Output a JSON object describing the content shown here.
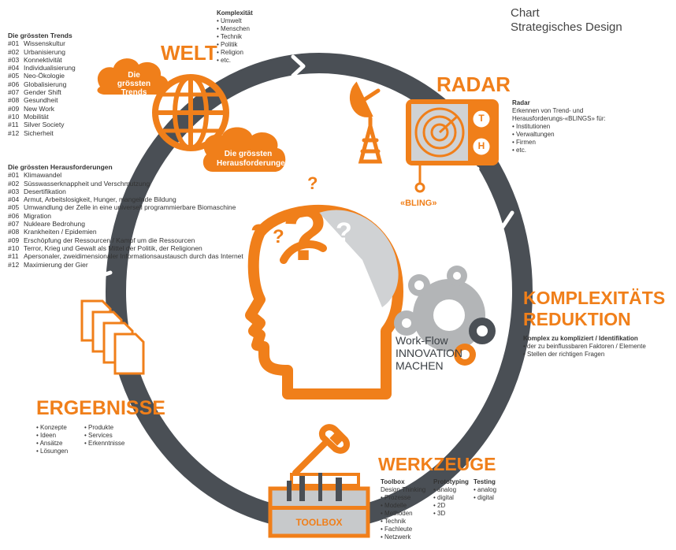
{
  "header": {
    "line1": "Chart",
    "line2": "Strategisches Design"
  },
  "colors": {
    "orange": "#f07f1a",
    "ring": "#4a4f55",
    "gear": "#b3b5b7",
    "text": "#333333"
  },
  "complexity": {
    "title": "Komplexität",
    "items": [
      "Umwelt",
      "Menschen",
      "Technik",
      "Politik",
      "Religion",
      "etc."
    ]
  },
  "trends": {
    "title": "Die grössten Trends",
    "items": [
      {
        "num": "#01",
        "label": "Wissenskultur"
      },
      {
        "num": "#02",
        "label": "Urbanisierung"
      },
      {
        "num": "#03",
        "label": "Konnektivität"
      },
      {
        "num": "#04",
        "label": "Individualisierung"
      },
      {
        "num": "#05",
        "label": "Neo-Ökologie"
      },
      {
        "num": "#06",
        "label": "Globalisierung"
      },
      {
        "num": "#07",
        "label": "Gender Shift"
      },
      {
        "num": "#08",
        "label": "Gesundheit"
      },
      {
        "num": "#09",
        "label": "New Work"
      },
      {
        "num": "#10",
        "label": "Mobilität"
      },
      {
        "num": "#11",
        "label": "Silver Society"
      },
      {
        "num": "#12",
        "label": "Sicherheit"
      }
    ]
  },
  "challenges": {
    "title": "Die grössten Herausforderungen",
    "items": [
      {
        "num": "#01",
        "label": "Klimawandel"
      },
      {
        "num": "#02",
        "label": "Süsswasserknappheit und Verschmutzung"
      },
      {
        "num": "#03",
        "label": "Desertifikation"
      },
      {
        "num": "#04",
        "label": "Armut, Arbeitslosigkeit, Hunger, mangelnde Bildung"
      },
      {
        "num": "#05",
        "label": "Umwandlung der Zelle in eine universell programmierbare Biomaschine"
      },
      {
        "num": "#06",
        "label": "Migration"
      },
      {
        "num": "#07",
        "label": "Nukleare Bedrohung"
      },
      {
        "num": "#08",
        "label": "Krankheiten / Epidemien"
      },
      {
        "num": "#09",
        "label": "Erschöpfung der Ressourcen / Kampf um die Ressourcen"
      },
      {
        "num": "#10",
        "label": "Terror, Krieg und Gewalt als Mittel der Politik, der Religionen"
      },
      {
        "num": "#11",
        "label": "Apersonaler, zweidimensionaler Informationsaustausch durch das Internet"
      },
      {
        "num": "#12",
        "label": "Maximierung der Gier"
      }
    ]
  },
  "welt": {
    "title": "WELT",
    "cloud_trends": "Die grössten Trends",
    "cloud_challenges": "Die grössten Herausforderungen"
  },
  "radar": {
    "title": "RADAR",
    "bling": "«BLING»",
    "t_badge": "T",
    "h_badge": "H",
    "desc_title": "Radar",
    "desc_text": "Erkennen von Trend- und Herausforderungs-«BLINGS» für:",
    "items": [
      "Institutionen",
      "Verwaltungen",
      "Firmen",
      "etc."
    ]
  },
  "komplex": {
    "title_line1": "KOMPLEXITÄTS",
    "title_line2": "REDUKTION",
    "desc_title": "Komplex zu kompliziert / Identifikation",
    "items": [
      "der zu beinflussbaren Faktoren / Elemente",
      "Stellen der richtigen Fragen"
    ]
  },
  "workflow": {
    "line1": "Work-Flow",
    "line2": "INNOVATION",
    "line3": "MACHEN"
  },
  "werkzeuge": {
    "title": "WERKZEUGE",
    "toolbox_label": "TOOLBOX",
    "col1_title": "Toolbox",
    "col1_sub": "Design Thinking",
    "col1_items": [
      "Prozesse",
      "Modelle",
      "Methoden",
      "Technik",
      "Fachleute",
      "Netzwerk"
    ],
    "col2_title": "Prototyping",
    "col2_items": [
      "analog",
      "digital",
      "2D",
      "3D"
    ],
    "col3_title": "Testing",
    "col3_items": [
      "analog",
      "digital"
    ]
  },
  "ergebnisse": {
    "title": "ERGEBNISSE",
    "col1": [
      "Konzepte",
      "Ideen",
      "Ansätze",
      "Lösungen"
    ],
    "col2": [
      "Produkte",
      "Services",
      "Erkenntnisse"
    ]
  },
  "questions": [
    "?",
    "?",
    "?",
    "?",
    "?",
    "?"
  ]
}
